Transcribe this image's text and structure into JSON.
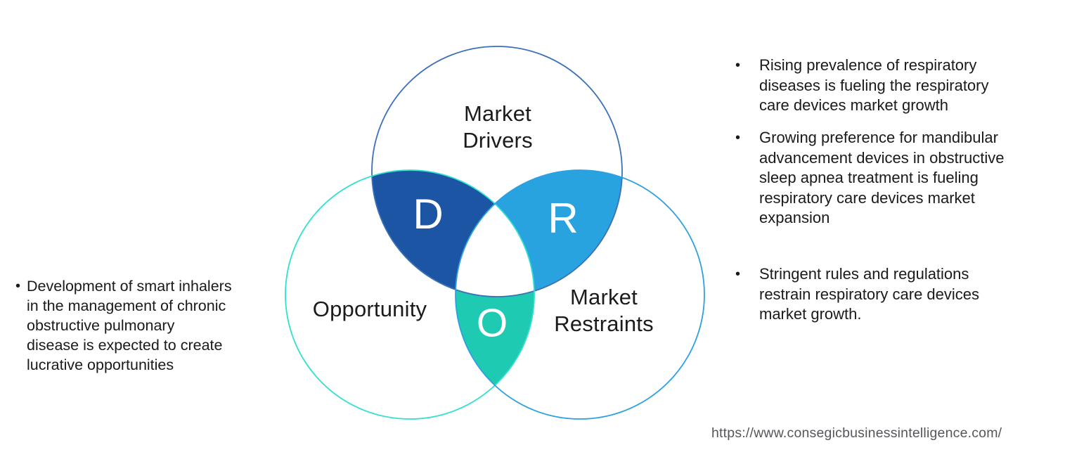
{
  "venn": {
    "letters": {
      "d": "D",
      "r": "R",
      "o": "O"
    },
    "labels": {
      "drivers": "Market\nDrivers",
      "opportunity": "Opportunity",
      "restraints": "Market\nRestraints"
    },
    "colors": {
      "drivers_outline": "#3c70b8",
      "opportunity_outline": "#2fe1ce",
      "restraints_outline": "#2da0e2",
      "d_lens_fill": "#1c55a3",
      "r_lens_fill": "#29a3e0",
      "o_lens_fill": "#1ecab2",
      "center_fill": "#ffffff",
      "letter_color": "#ffffff"
    }
  },
  "left_panel": {
    "bullets": [
      {
        "marker": "•",
        "text": "Development of smart inhalers\nin the management of chronic\nobstructive pulmonary\ndisease is expected to create\nlucrative opportunities"
      }
    ]
  },
  "right_panel": {
    "bullets": [
      {
        "marker": "•",
        "text": "Rising prevalence of respiratory\ndiseases is fueling the respiratory\ncare devices market growth"
      },
      {
        "marker": "•",
        "text": "Growing preference for mandibular\nadvancement devices in obstructive\nsleep apnea treatment is fueling\nrespiratory care devices market\nexpansion"
      },
      {
        "marker": "•",
        "text": "Stringent rules and regulations\nrestrain respiratory care devices\nmarket growth."
      }
    ]
  },
  "footer": {
    "source_url": "https://www.consegicbusinessintelligence.com/"
  }
}
